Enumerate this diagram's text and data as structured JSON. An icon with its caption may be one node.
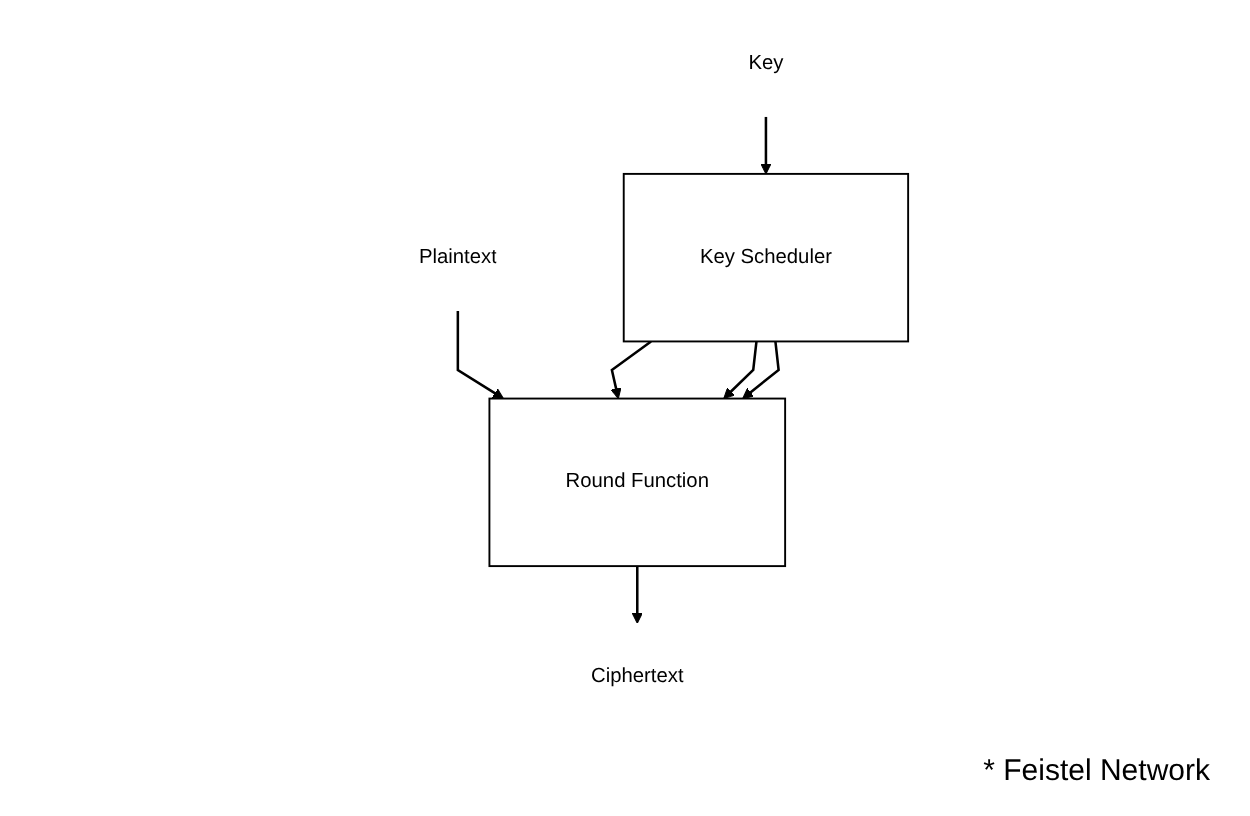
{
  "diagram": {
    "nodes": [
      {
        "text": [
          "Plaintext"
        ]
      },
      {
        "text": [
          "Key"
        ]
      },
      {
        "text": [
          "Round Function"
        ]
      },
      {
        "text": [
          "Key Scheduler"
        ]
      },
      {
        "text": [
          "Ciphertext"
        ]
      }
    ],
    "edges": [
      {
        "from": 0,
        "to": 2,
        "arrow": "to"
      },
      {
        "from": 1,
        "to": 3,
        "arrow": "to"
      },
      {
        "from": 3,
        "to": 2,
        "arrow": "to"
      },
      {
        "from": 3,
        "to": 2,
        "arrow": "to"
      },
      {
        "from": 3,
        "to": 2,
        "arrow": "to"
      },
      {
        "from": 2,
        "to": 4,
        "arrow": "to"
      }
    ],
    "labels": [
      "* Feistel Network"
    ]
  }
}
